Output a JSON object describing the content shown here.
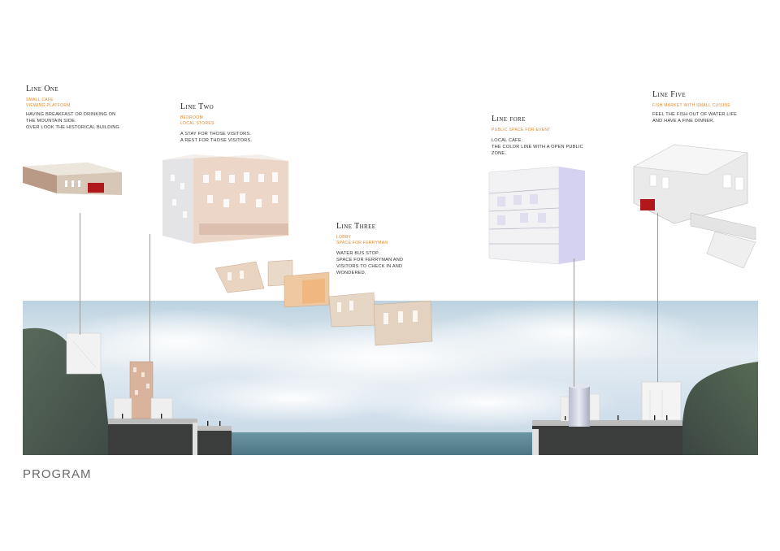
{
  "lines": [
    {
      "id": "one",
      "title": "Line One",
      "subtitle": [
        "Small cafe",
        "Viewing platform"
      ],
      "description": [
        "Having breakfast or drinking on",
        "the mountain side.",
        "Over look the historical building"
      ]
    },
    {
      "id": "two",
      "title": "Line Two",
      "subtitle": [
        "Bedroom",
        "Local stores"
      ],
      "description": [
        "A stay for those visitors.",
        "A rest for those visitors."
      ]
    },
    {
      "id": "three",
      "title": "Line Three",
      "subtitle": [
        "Lobby",
        "Space for ferryman"
      ],
      "description": [
        "Water Bus Stop.",
        "Space for ferryman and",
        "visitors to check in and",
        "wondered."
      ]
    },
    {
      "id": "fore",
      "title": "Line fore",
      "subtitle": [
        "Public space for event"
      ],
      "description": [
        "Local cafe.",
        "The color line with a open public",
        "zone."
      ]
    },
    {
      "id": "five",
      "title": "Line Five",
      "subtitle": [
        "Fish market with small cuisine"
      ],
      "description": [
        "Feel the fish out of water life",
        "And have a fine dinner."
      ]
    }
  ],
  "footer": {
    "label": "PROGRAM"
  },
  "colors": {
    "accent_orange": "#e0892e",
    "mountain_green": "#4f5f52",
    "water_blue": "#5a8794",
    "highlight_red": "#b0181c",
    "facade_lavender": "#d4d2f0",
    "facade_peach": "#e8c8b4"
  }
}
